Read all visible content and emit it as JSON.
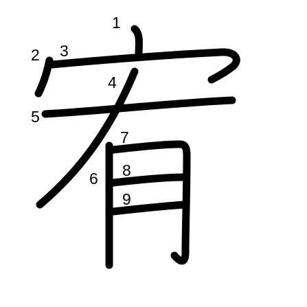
{
  "character": "宥",
  "stroke_color": "#000000",
  "background_color": "#ffffff",
  "strokes": [
    {
      "order": "1",
      "label": "1"
    },
    {
      "order": "2",
      "label": "2"
    },
    {
      "order": "3",
      "label": "3"
    },
    {
      "order": "4",
      "label": "4"
    },
    {
      "order": "5",
      "label": "5"
    },
    {
      "order": "6",
      "label": "6"
    },
    {
      "order": "7",
      "label": "7"
    },
    {
      "order": "8",
      "label": "8"
    },
    {
      "order": "9",
      "label": "9"
    }
  ]
}
